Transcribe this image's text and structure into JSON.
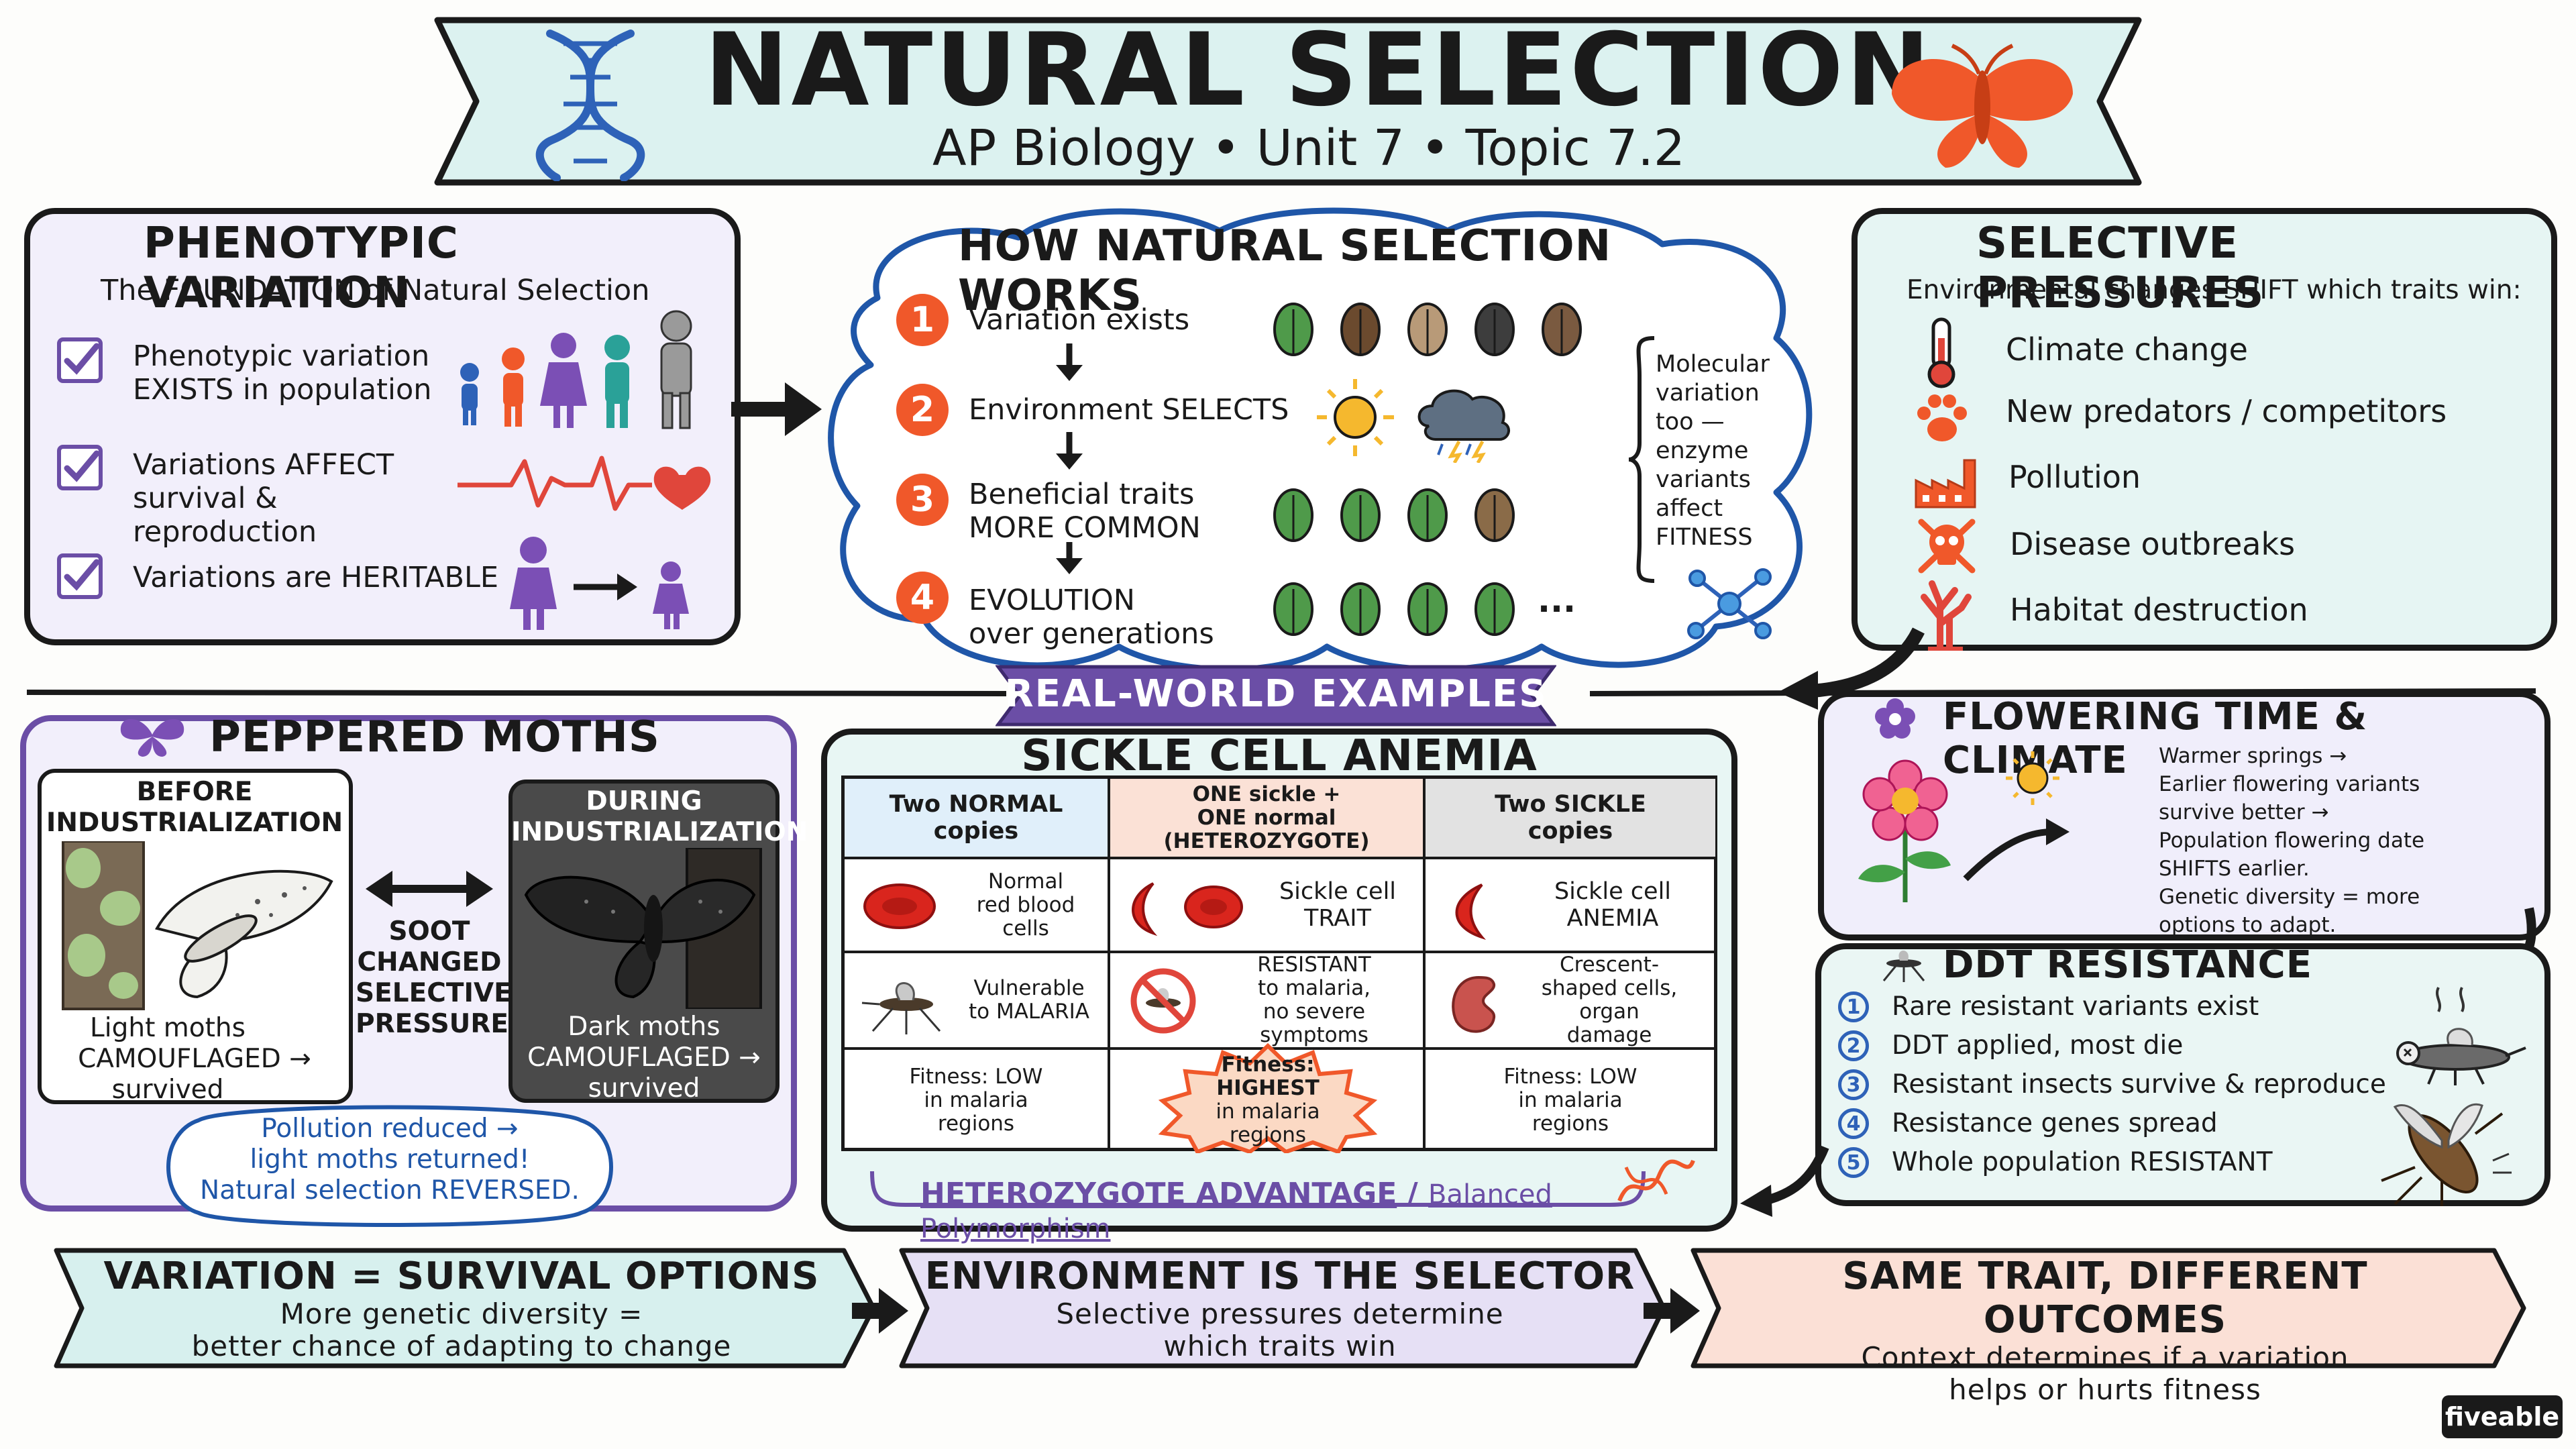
{
  "header": {
    "title": "NATURAL SELECTION",
    "subtitle": "AP Biology • Unit 7 • Topic 7.2"
  },
  "phenotypic_variation": {
    "title": "PHENOTYPIC VARIATION",
    "subtitle": "The FOUNDATION of Natural Selection",
    "items": [
      {
        "line1": "Phenotypic variation",
        "line2": "EXISTS in population"
      },
      {
        "line1": "Variations AFFECT",
        "line2": "survival & reproduction"
      },
      {
        "line1": "Variations are HERITABLE",
        "line2": ""
      }
    ]
  },
  "how_it_works": {
    "title": "HOW NATURAL SELECTION WORKS",
    "steps": [
      {
        "num": "1",
        "line1": "Variation exists",
        "line2": ""
      },
      {
        "num": "2",
        "line1": "Environment SELECTS",
        "line2": ""
      },
      {
        "num": "3",
        "line1": "Beneficial traits",
        "line2": "MORE COMMON"
      },
      {
        "num": "4",
        "line1": "EVOLUTION",
        "line2": "over generations"
      }
    ],
    "side_note": [
      "Molecular",
      "variation",
      "too —",
      "enzyme",
      "variants",
      "affect",
      "FITNESS"
    ],
    "ellipsis": "..."
  },
  "selective_pressures": {
    "title": "SELECTIVE PRESSURES",
    "subtitle": "Environmental changes SHIFT which traits win:",
    "items": [
      {
        "icon": "thermometer-icon",
        "label": "Climate change"
      },
      {
        "icon": "paw-icon",
        "label": "New predators / competitors"
      },
      {
        "icon": "factory-icon",
        "label": "Pollution"
      },
      {
        "icon": "skull-icon",
        "label": "Disease outbreaks"
      },
      {
        "icon": "dead-tree-icon",
        "label": "Habitat destruction"
      }
    ]
  },
  "examples_label": "REAL-WORLD EXAMPLES",
  "peppered_moths": {
    "title": "PEPPERED MOTHS",
    "before": {
      "title1": "BEFORE",
      "title2": "INDUSTRIALIZATION",
      "cap1": "Light moths",
      "cap2": "CAMOUFLAGED →",
      "cap3": "survived"
    },
    "middle": [
      "SOOT",
      "CHANGED",
      "SELECTIVE",
      "PRESSURE"
    ],
    "during": {
      "title1": "DURING",
      "title2": "INDUSTRIALIZATION",
      "cap1": "Dark moths",
      "cap2": "CAMOUFLAGED →",
      "cap3": "survived"
    },
    "note": [
      "Pollution reduced →",
      "light moths returned!",
      "Natural selection REVERSED."
    ]
  },
  "sickle_cell": {
    "title": "SICKLE CELL ANEMIA",
    "headers": [
      [
        "Two NORMAL",
        "copies"
      ],
      [
        "ONE sickle +",
        "ONE normal",
        "(HETEROZYGOTE)"
      ],
      [
        "Two SICKLE",
        "copies"
      ]
    ],
    "row_cells": [
      [
        [
          "Normal",
          "red blood",
          "cells"
        ],
        [
          "Sickle cell",
          "TRAIT"
        ],
        [
          "Sickle cell",
          "ANEMIA"
        ]
      ],
      [
        [
          "Vulnerable",
          "to MALARIA"
        ],
        [
          "RESISTANT",
          "to malaria,",
          "no severe",
          "symptoms"
        ],
        [
          "Crescent-",
          "shaped cells,",
          "organ",
          "damage"
        ]
      ],
      [
        [
          "Fitness: LOW",
          "in malaria",
          "regions"
        ],
        [
          "Fitness:",
          "HIGHEST",
          "in malaria",
          "regions"
        ],
        [
          "Fitness: LOW",
          "in malaria",
          "regions"
        ]
      ]
    ],
    "footer_part1": "HETEROZYGOTE ADVANTAGE",
    "footer_sep": " / ",
    "footer_part2": "Balanced Polymorphism"
  },
  "flowering": {
    "title": "FLOWERING TIME & CLIMATE",
    "lines": [
      "Warmer springs →",
      "Earlier flowering variants",
      "survive better →",
      "Population flowering date",
      "SHIFTS earlier.",
      "Genetic diversity = more",
      "options to adapt."
    ]
  },
  "ddt": {
    "title": "DDT RESISTANCE",
    "steps": [
      {
        "num": "1",
        "label": "Rare resistant variants exist"
      },
      {
        "num": "2",
        "label": "DDT applied, most die"
      },
      {
        "num": "3",
        "label": "Resistant insects survive & reproduce"
      },
      {
        "num": "4",
        "label": "Resistance genes spread"
      },
      {
        "num": "5",
        "label": "Whole population RESISTANT"
      }
    ]
  },
  "takeaways": [
    {
      "title": "VARIATION = SURVIVAL OPTIONS",
      "line1": "More genetic diversity =",
      "line2": "better chance of adapting to change",
      "color": "#d7f0ee"
    },
    {
      "title": "ENVIRONMENT IS THE SELECTOR",
      "line1": "Selective pressures determine",
      "line2": "which traits win",
      "color": "#e6e0f5"
    },
    {
      "title": "SAME TRAIT, DIFFERENT OUTCOMES",
      "line1": "Context determines if a variation",
      "line2": "helps or hurts fitness",
      "color": "#fbe0d6"
    }
  ],
  "brand": "fiveable",
  "colors": {
    "accent_orange": "#f0582a",
    "accent_purple": "#6b4ea6",
    "accent_blue": "#1f56a8",
    "banner_teal": "#dcf2f0"
  }
}
